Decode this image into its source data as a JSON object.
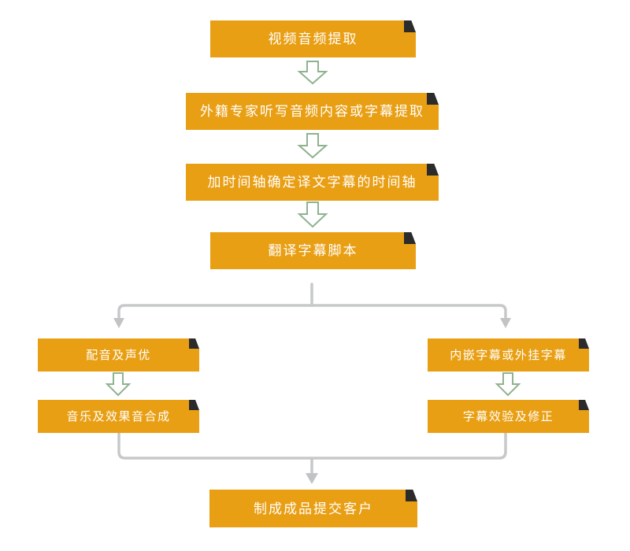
{
  "flowchart": {
    "background": "#FFFFFF",
    "node_style": {
      "fill": "#E99F14",
      "text_color": "#FFFFFF",
      "fold_color": "#2B2B2B"
    },
    "connector_color": "#C7C8C9",
    "step_arrow_style": {
      "outline": "#8FB28F",
      "fill": "#FFFFFF"
    },
    "nodes": [
      {
        "id": "n1",
        "label": "视频音频提取"
      },
      {
        "id": "n2",
        "label": "外籍专家听写音频内容或字幕提取"
      },
      {
        "id": "n3",
        "label": "加时间轴确定译文字幕的时间轴"
      },
      {
        "id": "n4",
        "label": "翻译字幕脚本"
      },
      {
        "id": "n5",
        "label": "配音及声优"
      },
      {
        "id": "n6",
        "label": "音乐及效果音合成"
      },
      {
        "id": "n7",
        "label": "内嵌字幕或外挂字幕"
      },
      {
        "id": "n8",
        "label": "字幕效验及修正"
      },
      {
        "id": "n9",
        "label": "制成成品提交客户"
      }
    ],
    "edges": [
      {
        "from": "n1",
        "to": "n2"
      },
      {
        "from": "n2",
        "to": "n3"
      },
      {
        "from": "n3",
        "to": "n4"
      },
      {
        "from": "n4",
        "to": "n5"
      },
      {
        "from": "n4",
        "to": "n7"
      },
      {
        "from": "n5",
        "to": "n6"
      },
      {
        "from": "n7",
        "to": "n8"
      },
      {
        "from": "n6",
        "to": "n9"
      },
      {
        "from": "n8",
        "to": "n9"
      }
    ]
  }
}
